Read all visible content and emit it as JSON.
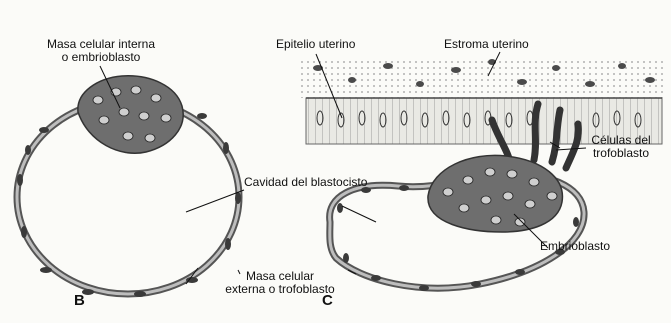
{
  "panels": {
    "b": "B",
    "c": "C"
  },
  "labels": {
    "masa_interna_1": "Masa celular interna",
    "masa_interna_2": "o embrioblasto",
    "cavidad": "Cavidad del blastocisto",
    "masa_externa_1": "Masa celular",
    "masa_externa_2": "externa o trofoblasto",
    "epitelio": "Epitelio uterino",
    "estroma": "Estroma uterino",
    "celulas_1": "Células del",
    "celulas_2": "trofoblasto",
    "embrioblasto": "Embrioblasto"
  }
}
